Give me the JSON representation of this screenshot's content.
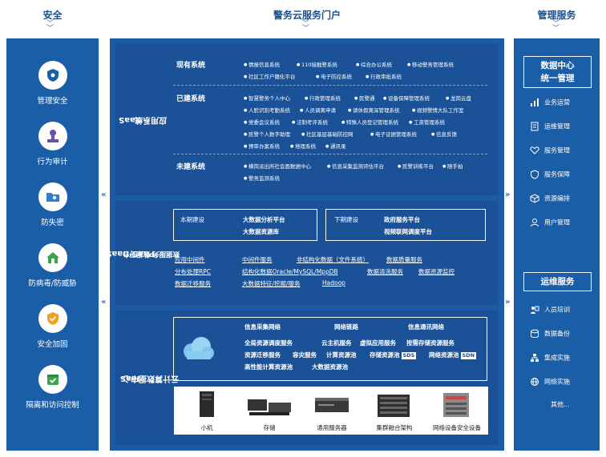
{
  "headers": {
    "left": "安全",
    "center": "警务云服务门户",
    "right": "管理服务"
  },
  "left_items": [
    {
      "label": "管理安全",
      "icon": "shield-icon"
    },
    {
      "label": "行为审计",
      "icon": "stamp-icon"
    },
    {
      "label": "防失密",
      "icon": "folder-lock-icon"
    },
    {
      "label": "防病毒/防威胁",
      "icon": "house-shield-icon"
    },
    {
      "label": "安全加固",
      "icon": "shield-check-icon"
    },
    {
      "label": "隔离和访问控制",
      "icon": "calendar-check-icon"
    }
  ],
  "saas": {
    "label_line1": "SaaS",
    "label_line2": "应用系统",
    "existing_title": "现有系统",
    "existing": [
      "情报信息系统",
      "110接触警系统",
      "综合办公系统",
      "移动警务管理系统",
      "社区工作户籍化平台",
      "电子防控系统",
      "行政审批系统"
    ],
    "built_title": "已建系统",
    "built": [
      "智慧警务个人中心",
      "行政管理系统",
      "民警通",
      "设备保障管理系统",
      "龙岗云盘",
      "人脸识别考勤系统",
      "人员调离申请",
      "请休假离深管理系统",
      "视频警情大队工作室",
      "党委会议系统",
      "法制考评系统",
      "特殊人员登记管理系统",
      "工资管理系统",
      "民警个人数字助理",
      "社区基层基础防控网",
      "电子证据管理系统",
      "信息反馈",
      "预审办案系统",
      "地理系统",
      "通讯录"
    ],
    "planned_title": "未建系统",
    "planned": [
      "横岗派出所社会面数据中心",
      "信息采集监测评估平台",
      "民警训练平台",
      "随手拍",
      "警务监测系统"
    ]
  },
  "paas": {
    "label_line1": "PaaS/DaaS",
    "label_line2": "数据服务 数据平台",
    "current_title": "本期建设",
    "current_items": [
      "大数据分析平台",
      "大数据资源库"
    ],
    "next_title": "下期建设",
    "next_items": [
      "政府服务平台",
      "视频联网调度平台"
    ],
    "grid": [
      [
        "应用中间件",
        "中间件服务",
        "非结构化数据（文件系统）",
        "数据质量服务"
      ],
      [
        "分布处理RPC",
        "结构化数据Oracle/MySQL/MppDB",
        "数据清洗服务",
        "数据资源监控"
      ],
      [
        "数据迁移服务",
        "大数据特征/挖掘/服务",
        "Hadoop",
        ""
      ]
    ]
  },
  "iaas": {
    "label_line1": "IaaS",
    "label_line2": "云计算数据中心",
    "networks": [
      "信息采集网络",
      "网络链路",
      "信息通讯网络"
    ],
    "services_row1": [
      "全局资源调度服务",
      "云主机服务",
      "虚拟应用服务",
      "按需存储资源服务"
    ],
    "services_row2": [
      "资源迁移服务",
      "容灾服务",
      "计算资源池",
      "存储资源池",
      "网络资源池"
    ],
    "badge_sds": "SDS",
    "badge_sdn": "SDN",
    "services_row3": [
      "高性能计算资源池",
      "大数据资源池"
    ],
    "hardware": [
      {
        "label": "小机",
        "icon": "minicomputer-icon"
      },
      {
        "label": "存储",
        "icon": "storage-icon"
      },
      {
        "label": "通用服务器",
        "icon": "server-icon"
      },
      {
        "label": "集群融合架构",
        "icon": "cluster-icon"
      },
      {
        "label": "网络设备安全设备",
        "icon": "network-device-icon"
      }
    ]
  },
  "right": {
    "box1_line1": "数据中心",
    "box1_line2": "统一管理",
    "items1": [
      {
        "label": "业务运营",
        "icon": "bar-chart-icon"
      },
      {
        "label": "运维管理",
        "icon": "document-icon"
      },
      {
        "label": "服务管理",
        "icon": "heart-icon"
      },
      {
        "label": "服务保障",
        "icon": "shield-icon"
      },
      {
        "label": "资源编排",
        "icon": "cube-icon"
      },
      {
        "label": "用户管理",
        "icon": "user-icon"
      }
    ],
    "box2": "运维服务",
    "items2": [
      {
        "label": "人员培训",
        "icon": "training-icon"
      },
      {
        "label": "数据备份",
        "icon": "backup-icon"
      },
      {
        "label": "集成实施",
        "icon": "integration-icon"
      },
      {
        "label": "网络实施",
        "icon": "network-icon"
      }
    ],
    "more": "其他..."
  },
  "colors": {
    "panel_blue": "#1b5ea8",
    "layer_blue": "#1b5297",
    "title_blue": "#1a4f8c",
    "white": "#ffffff"
  }
}
